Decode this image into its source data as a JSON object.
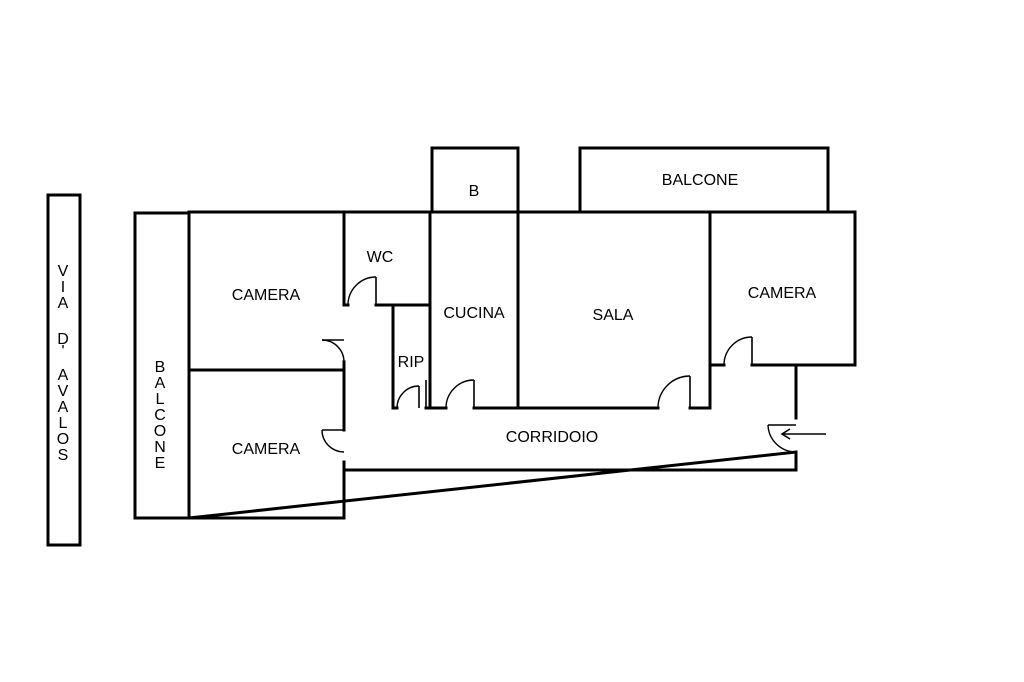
{
  "street": {
    "letters": [
      "V",
      "I",
      "A",
      "D",
      "'",
      "A",
      "V",
      "A",
      "L",
      "O",
      "S"
    ]
  },
  "rooms": {
    "camera_top_left": "CAMERA",
    "camera_bottom_left": "CAMERA",
    "camera_right": "CAMERA",
    "wc": "WC",
    "rip": "RIP",
    "cucina": "CUCINA",
    "sala": "SALA",
    "corridoio": "CORRIDOIO",
    "b": "B",
    "balcone_top": "BALCONE"
  },
  "balcone_left": {
    "letters": [
      "B",
      "A",
      "L",
      "C",
      "O",
      "N",
      "E"
    ]
  }
}
